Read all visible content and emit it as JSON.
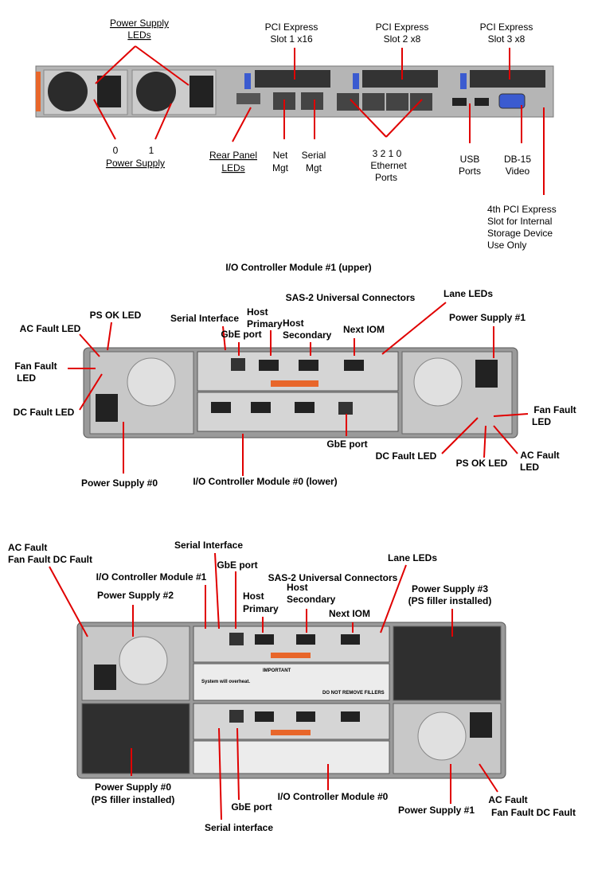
{
  "colors": {
    "callout_line": "#e00000",
    "chassis": "#a9a9a9",
    "chassis_dark": "#3a3a3a",
    "accent_orange": "#e8662a",
    "accent_blue": "#3b5bd0"
  },
  "server": {
    "ps_leds": [
      "Power Supply",
      "LEDs"
    ],
    "pci1": [
      "PCI Express",
      "Slot 1   x16"
    ],
    "pci2": [
      "PCI Express",
      "Slot 2    x8"
    ],
    "pci3": [
      "PCI Express",
      "Slot 3    x8"
    ],
    "ps_num0": "0",
    "ps_num1": "1",
    "ps_label": "Power Supply",
    "rear_leds": [
      "Rear Panel",
      "LEDs"
    ],
    "net": [
      "Net",
      "Mgt"
    ],
    "serial": [
      "Serial",
      "Mgt"
    ],
    "eth": [
      "3  2  1  0",
      "Ethernet",
      "Ports"
    ],
    "usb": [
      "USB",
      "Ports"
    ],
    "video": [
      "DB-15",
      "Video"
    ],
    "pci4": [
      "4th PCI Express",
      "Slot for Internal",
      "Storage Device",
      "Use Only"
    ]
  },
  "shelf1": {
    "title": "I/O Controller Module #1 (upper)",
    "ps_ok": "PS OK LED",
    "ac_fault": "AC Fault LED",
    "fan_fault": [
      "Fan Fault",
      "LED"
    ],
    "dc_fault": "DC Fault LED",
    "serial_if": "Serial Interface",
    "gbe_top": "GbE port",
    "host_primary": [
      "Host",
      "Primary"
    ],
    "host_secondary": [
      "Host",
      "Secondary"
    ],
    "sas2": "SAS-2 Universal Connectors",
    "lane_leds": "Lane LEDs",
    "next_iom": "Next IOM",
    "ps1": "Power Supply #1",
    "r_fan_fault": [
      "Fan Fault",
      "LED"
    ],
    "r_dc_fault": "DC Fault LED",
    "r_ps_ok": "PS OK LED",
    "r_ac_fault": [
      "AC Fault",
      "LED"
    ],
    "gbe_bottom": "GbE port",
    "ps0": "Power Supply #0",
    "iom0": "I/O Controller Module #0  (lower)"
  },
  "shelf2": {
    "ac_fault": "AC Fault",
    "fan_dc": "Fan Fault  DC Fault",
    "serial_if": "Serial Interface",
    "gbe_top": "GbE port",
    "iom1": "I/O Controller Module #1",
    "sas2": "SAS-2 Universal Connectors",
    "host_primary": [
      "Host",
      "Primary"
    ],
    "host_secondary": [
      "Host",
      "Secondary"
    ],
    "next_iom": "Next IOM",
    "lane_leds": "Lane LEDs",
    "ps2": "Power Supply #2",
    "ps3": [
      "Power Supply #3",
      "(PS filler installed)"
    ],
    "ps0": [
      "Power Supply #0",
      "(PS filler installed)"
    ],
    "gbe_bottom": "GbE port",
    "serial_bottom": "Serial interface",
    "iom0": "I/O Controller Module #0",
    "ps1": "Power Supply #1",
    "r_ac_fault": "AC Fault",
    "r_fan_dc": "Fan Fault  DC Fault",
    "important": "IMPORTANT",
    "overheat": "System will overheat.",
    "no_remove": "DO NOT REMOVE FILLERS"
  }
}
